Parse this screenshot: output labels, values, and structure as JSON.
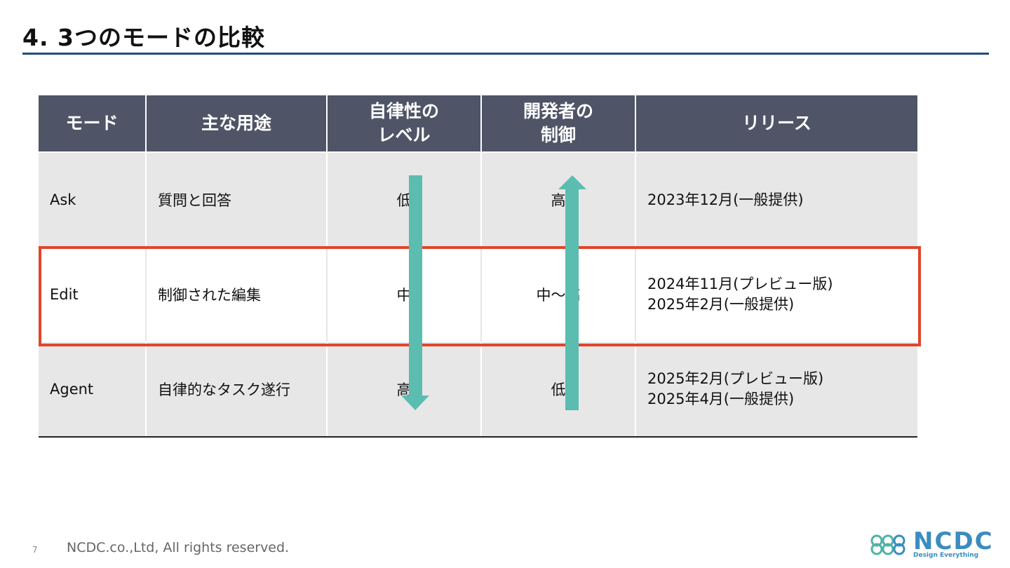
{
  "slide": {
    "title": "4. 3つのモードの比較"
  },
  "table": {
    "headers": [
      {
        "line1": "モード",
        "line2": ""
      },
      {
        "line1": "主な用途",
        "line2": ""
      },
      {
        "line1": "自律性の",
        "line2": "レベル"
      },
      {
        "line1": "開発者の",
        "line2": "制御"
      },
      {
        "line1": "リリース",
        "line2": ""
      }
    ],
    "rows": [
      {
        "mode": "Ask",
        "use": "質問と回答",
        "autonomy": "低",
        "control": "高",
        "release": [
          "2023年12月(一般提供)"
        ]
      },
      {
        "mode": "Edit",
        "use": "制御された編集",
        "autonomy": "中",
        "control": "中～高",
        "release": [
          "2024年11月(プレビュー版)",
          "2025年2月(一般提供)"
        ]
      },
      {
        "mode": "Agent",
        "use": "自律的なタスク遂行",
        "autonomy": "高",
        "control": "低",
        "release": [
          "2025年2月(プレビュー版)",
          "2025年4月(一般提供)"
        ]
      }
    ],
    "highlighted_row": "Edit"
  },
  "footer": {
    "page_number": "7",
    "copyright": "NCDC.co.,Ltd, All rights reserved."
  },
  "logo": {
    "name": "NCDC",
    "tagline": "Design Everything"
  },
  "colors": {
    "header_bg": "#4f5567",
    "row_bg": "#e7e7e7",
    "highlight": "#e0452c",
    "arrow": "#5bbdb0",
    "title_rule": "#1f4e79",
    "brand": "#3a8cc0"
  },
  "icons": {
    "autonomy_arrow": "arrow-down-icon",
    "control_arrow": "arrow-up-icon",
    "logo_mark": "ncdc-logo-mark-icon"
  }
}
